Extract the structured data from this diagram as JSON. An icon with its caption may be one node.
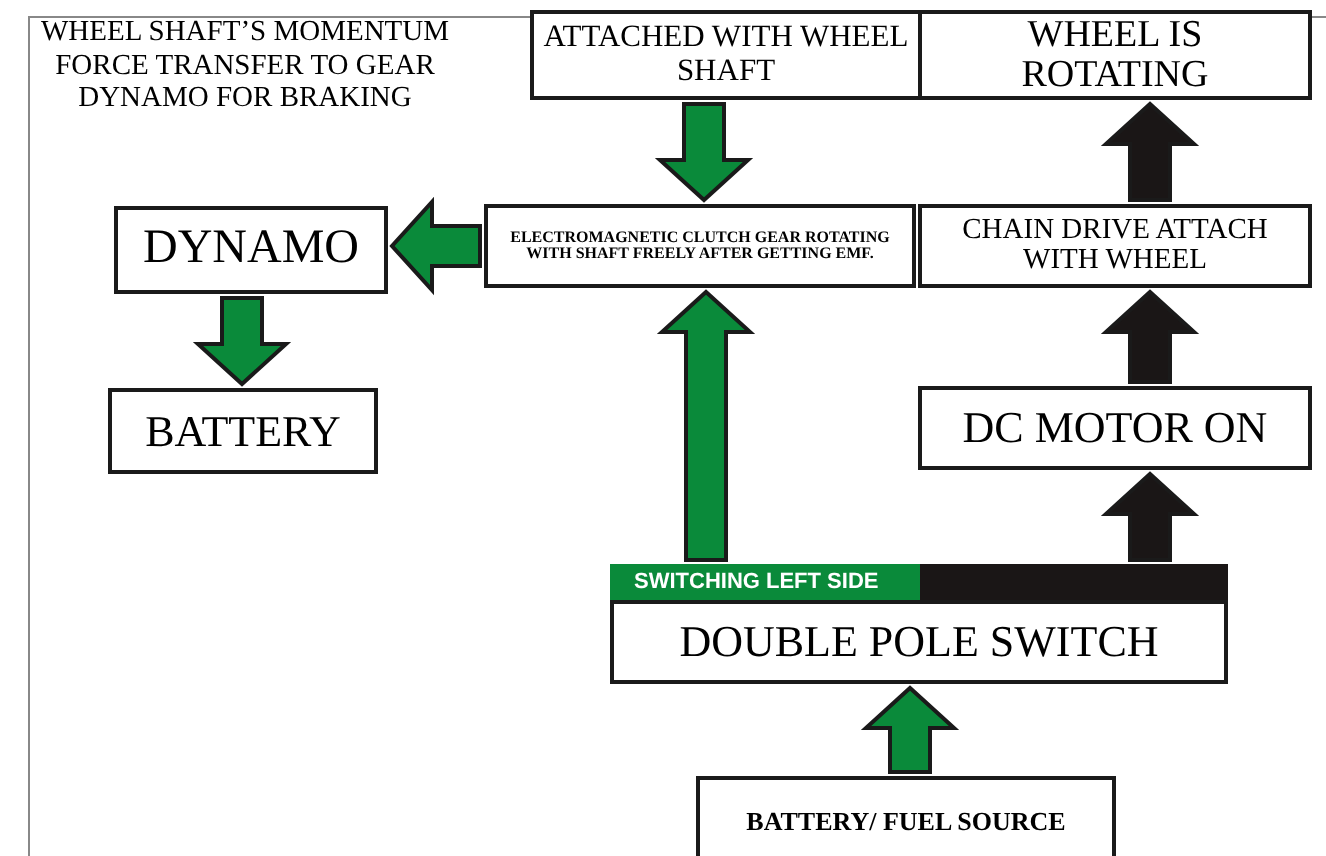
{
  "diagram": {
    "nodes": [
      {
        "text": [
          "ATTACHED WITH WHEEL SHAFT"
        ]
      },
      {
        "text": [
          "WHEEL IS ROTATING"
        ]
      },
      {
        "text": [
          "DYNAMO"
        ],
        "beside": [
          "WHEEL SHAFT’S MOMENTUM FORCE TRANSFER TO GEAR DYNAMO FOR BRAKING"
        ]
      },
      {
        "text": [
          "ELECTROMAGNETIC CLUTCH GEAR ROTATING WITH SHAFT FREELY AFTER GETTING EMF."
        ]
      },
      {
        "text": [
          "CHAIN DRIVE ATTACH WITH WHEEL"
        ]
      },
      {
        "text": [
          "BATTERY"
        ]
      },
      {
        "text": [
          "DC MOTOR ON"
        ]
      },
      {
        "text": [
          "SWITCHING LEFT SIDE",
          "DOUBLE POLE SWITCH"
        ]
      },
      {
        "text": [
          "BATTERY/ FUEL SOURCE"
        ]
      }
    ],
    "edges": [
      {
        "from": 0,
        "to": 3,
        "arrow": "to",
        "style": "thick"
      },
      {
        "from": 3,
        "to": 2,
        "arrow": "to",
        "style": "thick"
      },
      {
        "from": 2,
        "to": 5,
        "arrow": "to",
        "style": "thick"
      },
      {
        "from": 7,
        "to": 3,
        "arrow": "to",
        "style": "thick"
      },
      {
        "from": 8,
        "to": 7,
        "arrow": "to",
        "style": "thick"
      },
      {
        "from": 7,
        "to": 6,
        "arrow": "to",
        "style": "thick",
        "color": "#1a1616"
      },
      {
        "from": 6,
        "to": 4,
        "arrow": "to",
        "style": "thick",
        "color": "#1a1616"
      },
      {
        "from": 4,
        "to": 1,
        "arrow": "to",
        "style": "thick",
        "color": "#1a1616"
      }
    ]
  }
}
